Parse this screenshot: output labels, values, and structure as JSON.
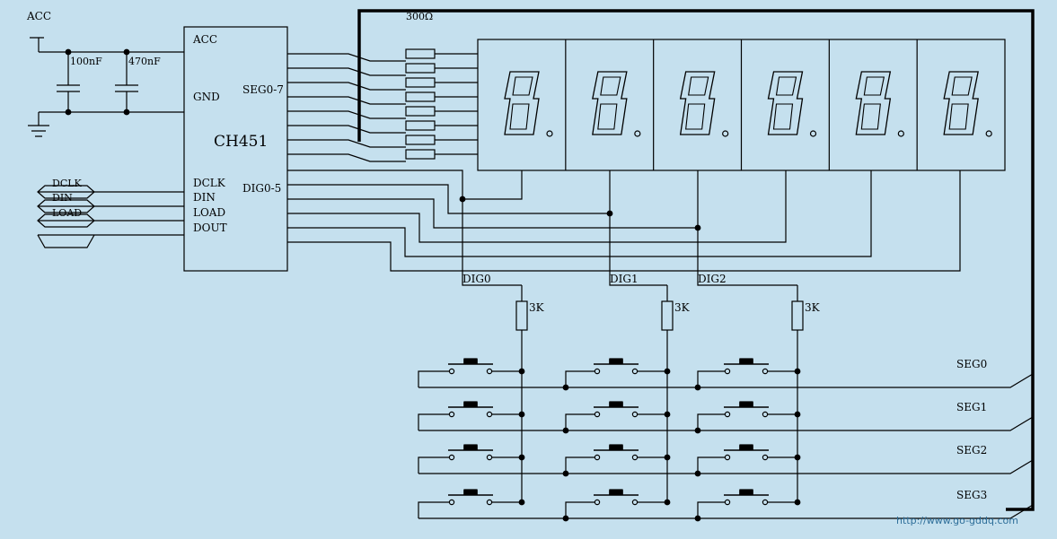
{
  "power": {
    "vcc_label": "ACC",
    "cap1_label": "100nF",
    "cap2_label": "470nF"
  },
  "chip": {
    "name": "CH451",
    "pin_vcc": "ACC",
    "pin_gnd": "GND",
    "pin_seg": "SEG0-7",
    "pin_dig": "DIG0-5",
    "pin_dclk": "DCLK",
    "pin_din": "DIN",
    "pin_load": "LOAD",
    "pin_dout": "DOUT"
  },
  "bus": {
    "dclk": "DCLK",
    "din": "DIN",
    "load": "LOAD"
  },
  "resistor_network_label": "300Ω",
  "display": {
    "digit_count": 6
  },
  "keypad": {
    "dig_labels": [
      "DIG0",
      "DIG1",
      "DIG2"
    ],
    "resistor_label": "3K",
    "seg_labels": [
      "SEG0",
      "SEG1",
      "SEG2",
      "SEG3"
    ]
  },
  "watermark": "http://www.go-gddq.com"
}
